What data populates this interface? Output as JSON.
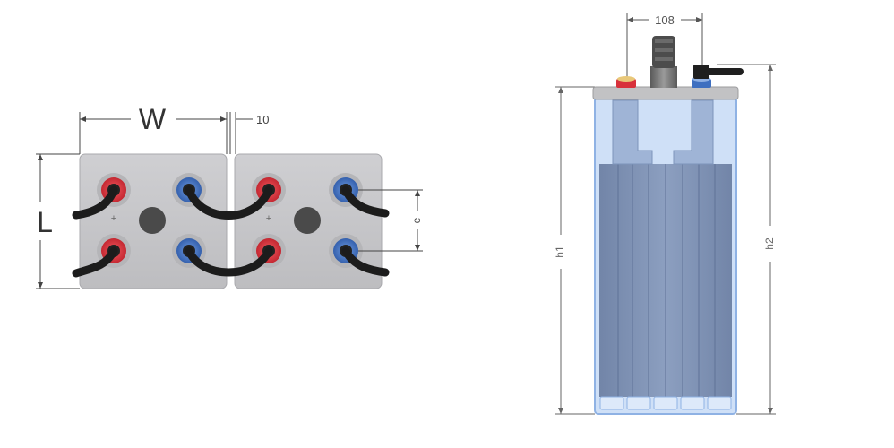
{
  "top_view": {
    "width_label": "W",
    "length_label": "L",
    "gap_label": "10",
    "pitch_label": "e",
    "positive_marks": [
      "+",
      "+"
    ],
    "colors": {
      "case": "#c7c7c9",
      "positive_terminal": "#d8323c",
      "negative_terminal": "#3e6fc0",
      "vent_plug": "#4a4a4a",
      "cable": "#1c1c1c"
    }
  },
  "side_view": {
    "width_label": "108",
    "h1_label": "h1",
    "h2_label": "h2",
    "colors": {
      "container": "#c9dcf6",
      "plates": "#7f93b4",
      "lid": "#bdbdbd"
    }
  }
}
